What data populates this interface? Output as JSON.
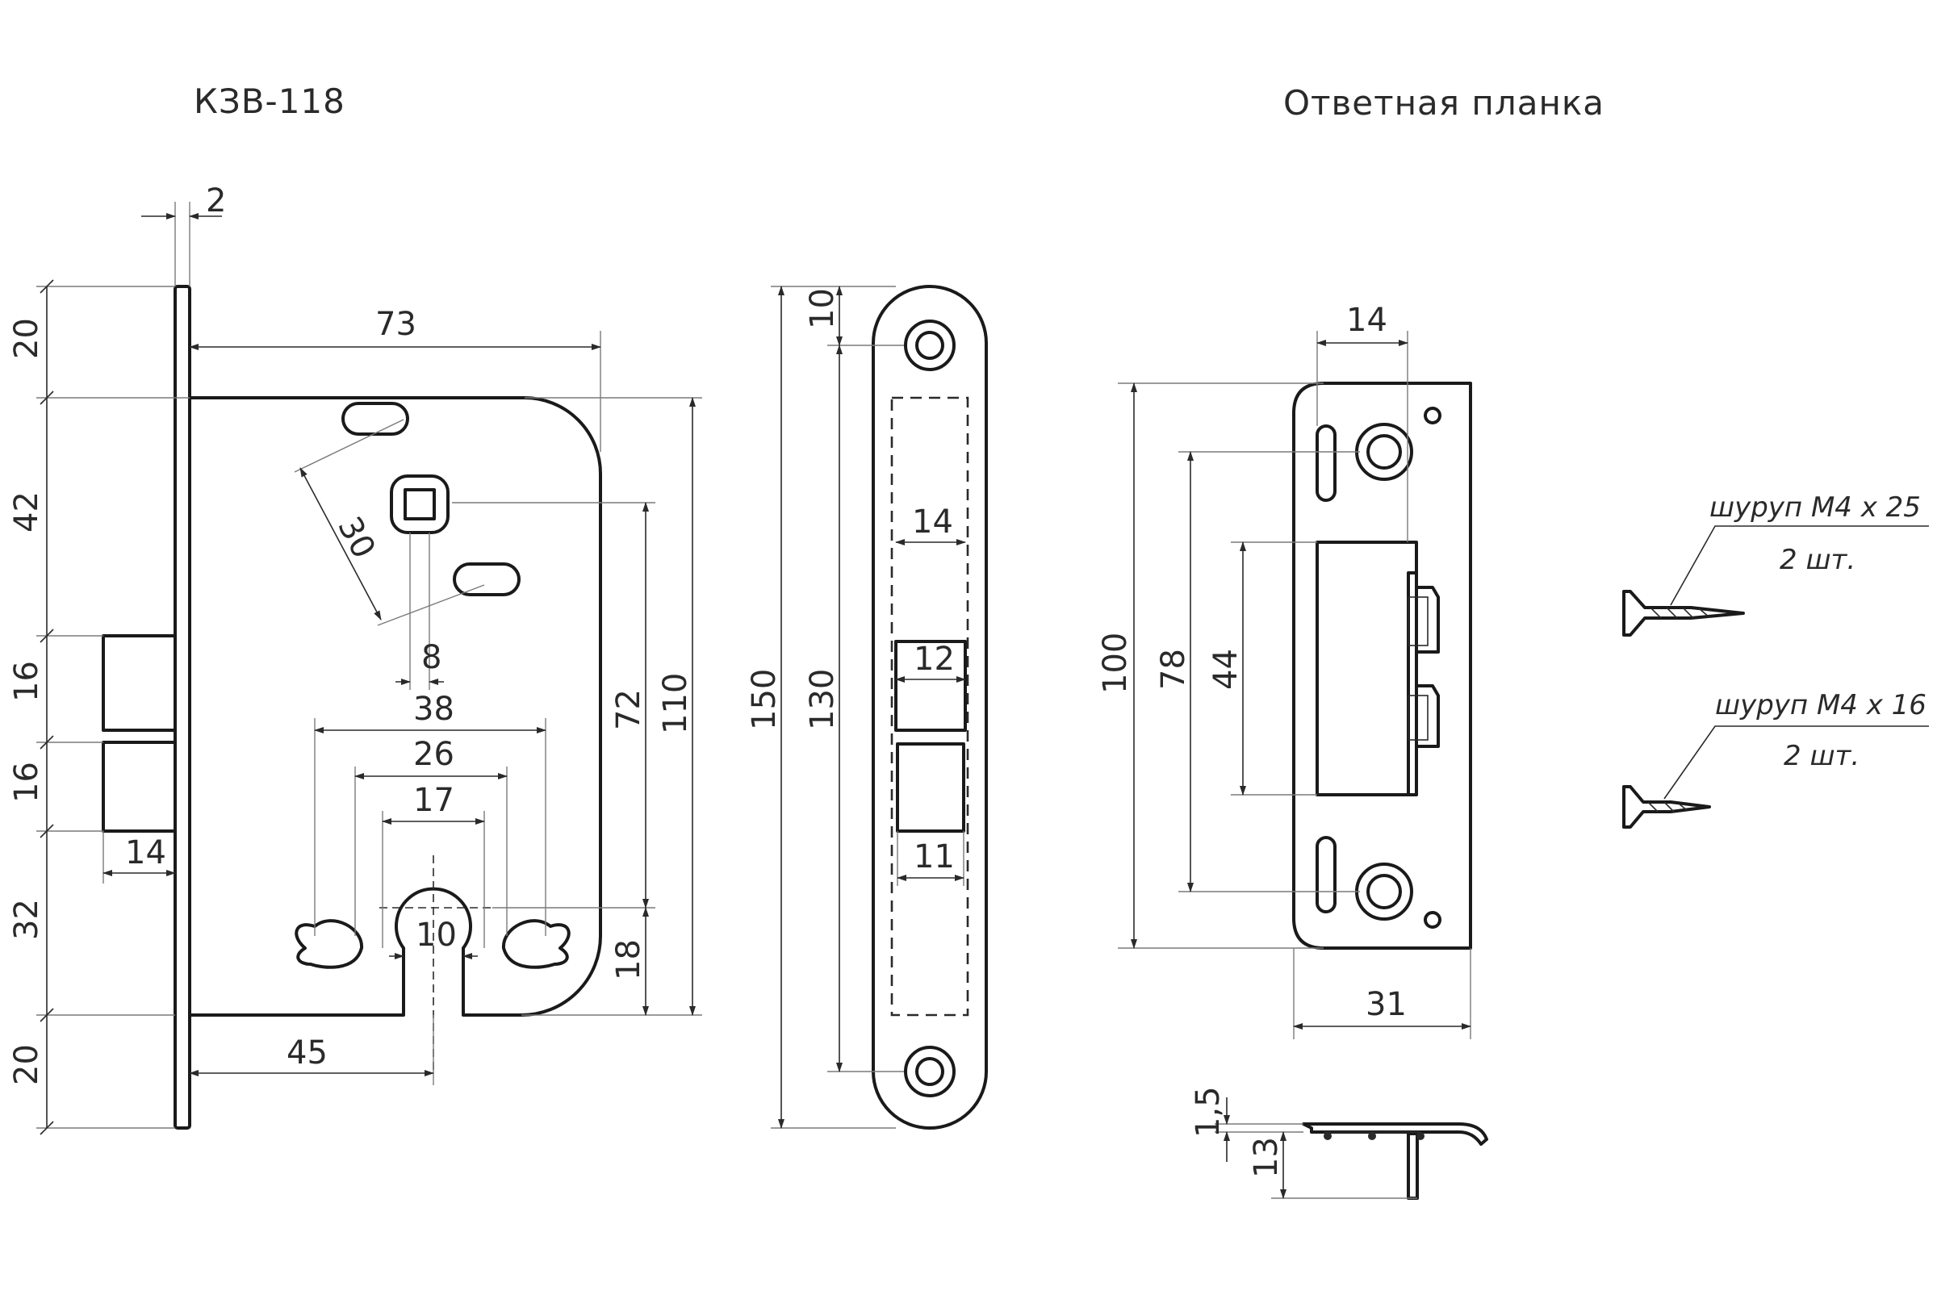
{
  "titles": {
    "lock": "КЗВ-118",
    "strike": "Ответная планка"
  },
  "lock_dims": {
    "plate_thickness": "2",
    "top": "20",
    "body_width": "73",
    "upper": "42",
    "latch": "16",
    "bolt": "16",
    "lower": "32",
    "bottom": "20",
    "latch_depth": "14",
    "angle_offset": "30",
    "spindle": "8",
    "holes_38": "38",
    "holes_26": "26",
    "holes_17": "17",
    "cylinder": "10",
    "backset": "45",
    "height_72": "72",
    "height_110": "110",
    "height_18": "18"
  },
  "faceplate_dims": {
    "top_offset": "10",
    "total": "150",
    "between_screws": "130",
    "latch_width": "14",
    "slot_12": "12",
    "slot_11": "11"
  },
  "strike_dims": {
    "top_width": "14",
    "height_100": "100",
    "height_78": "78",
    "height_44": "44",
    "width_31": "31",
    "thickness_15": "1,5",
    "depth_13": "13"
  },
  "screws": [
    {
      "spec": "шуруп М4 х 25",
      "qty": "2 шт."
    },
    {
      "spec": "шуруп М4 х 16",
      "qty": "2 шт."
    }
  ]
}
